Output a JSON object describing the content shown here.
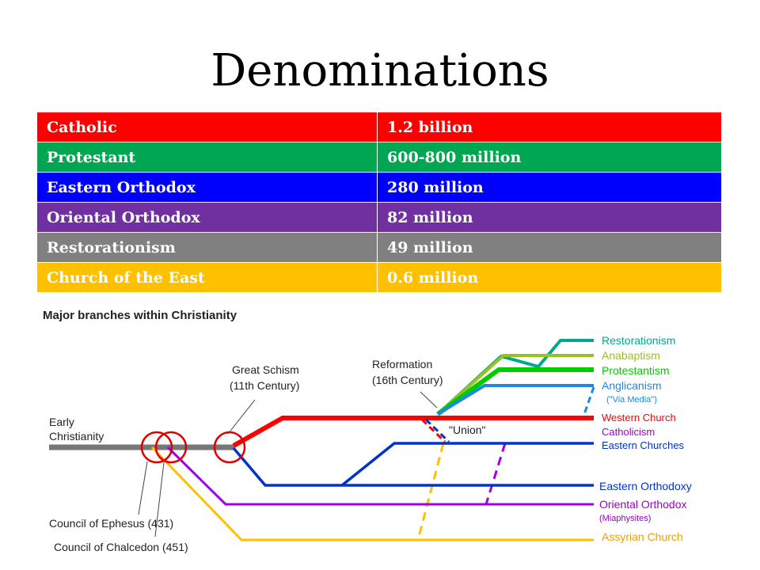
{
  "title": "Denominations",
  "table": {
    "rows": [
      {
        "name": "Catholic",
        "count": "1.2 billion",
        "color": "#ff0000"
      },
      {
        "name": "Protestant",
        "count": "600-800 million",
        "color": "#00a651"
      },
      {
        "name": "Eastern Orthodox",
        "count": "280 million",
        "color": "#0000ff"
      },
      {
        "name": "Oriental Orthodox",
        "count": "82 million",
        "color": "#7030a0"
      },
      {
        "name": "Restorationism",
        "count": "49 million",
        "color": "#808080"
      },
      {
        "name": "Church of the East",
        "count": "0.6 million",
        "color": "#ffc000"
      }
    ]
  },
  "diagram": {
    "heading": "Major branches within Christianity",
    "labels": {
      "early_1": "Early",
      "early_2": "Christianity",
      "schism_1": "Great Schism",
      "schism_2": "(11th Century)",
      "reform_1": "Reformation",
      "reform_2": "(16th Century)",
      "union": "\"Union\"",
      "ephesus": "Council of Ephesus (431)",
      "chalcedon": "Council of Chalcedon (451)"
    },
    "branches": [
      {
        "key": "restorationism",
        "label": "Restorationism",
        "color": "#00a88f"
      },
      {
        "key": "anabaptism",
        "label": "Anabaptism",
        "color": "#99c21c"
      },
      {
        "key": "protestantism",
        "label": "Protestantism",
        "color": "#00cc00"
      },
      {
        "key": "anglicanism",
        "label": "Anglicanism",
        "color": "#1e88e5"
      },
      {
        "key": "via_media",
        "label": "(\"Via Media\")",
        "color": "#1e88e5"
      },
      {
        "key": "western",
        "label": "Western Church",
        "color": "#ff0000"
      },
      {
        "key": "catholicism",
        "label": "Catholicism",
        "color": "#9900cc"
      },
      {
        "key": "eastern_churches",
        "label": "Eastern Churches",
        "color": "#0033cc"
      },
      {
        "key": "eastern_orthodoxy",
        "label": "Eastern Orthodoxy",
        "color": "#0033cc"
      },
      {
        "key": "oriental_orthodox",
        "label": "Oriental Orthodox",
        "color": "#9900cc"
      },
      {
        "key": "miaphysites",
        "label": "(Miaphysites)",
        "color": "#9900cc"
      },
      {
        "key": "assyrian",
        "label": "Assyrian Church",
        "color": "#f0a000"
      }
    ]
  }
}
